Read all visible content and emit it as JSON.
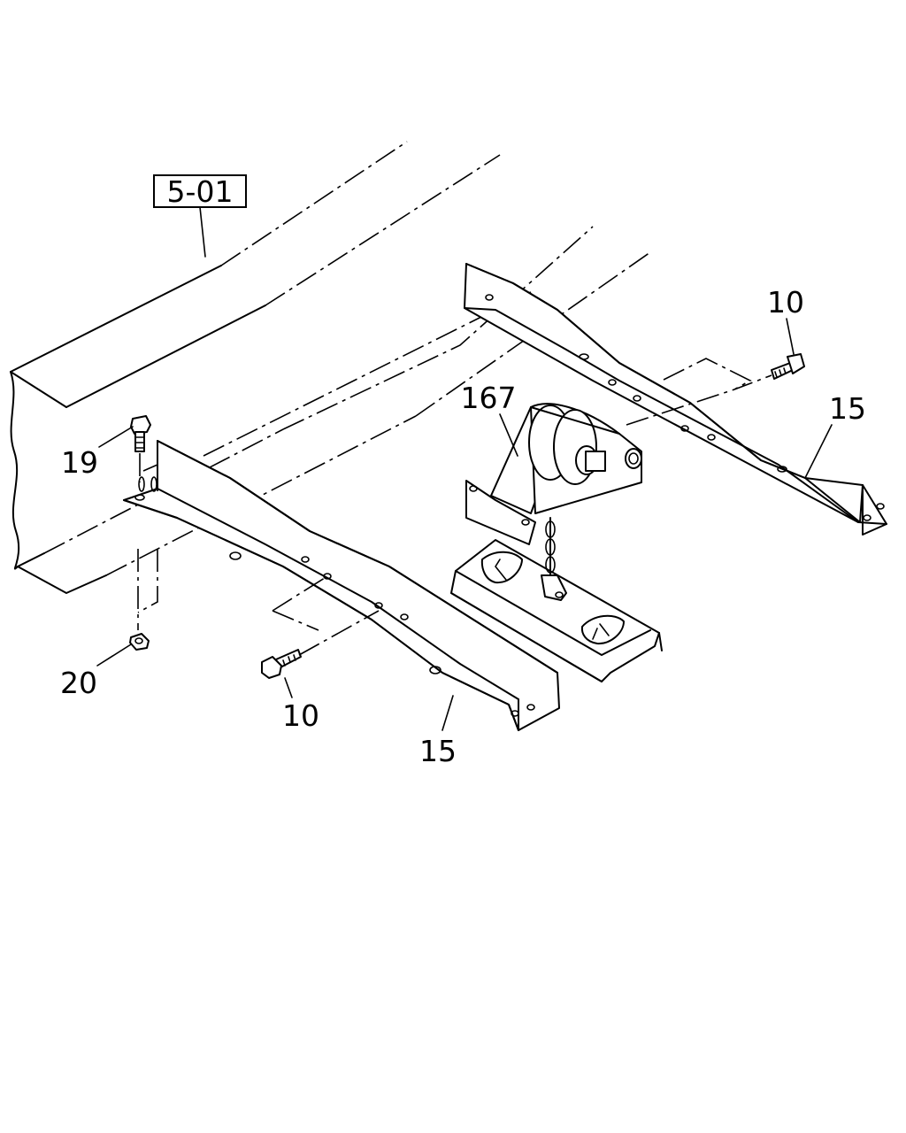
{
  "diagram": {
    "reference_box": "5-01",
    "callouts": {
      "bolt_top_right": "10",
      "bolt_bottom": "10",
      "bracket_right": "15",
      "bracket_left": "15",
      "spare_carrier": "167",
      "bolt_vertical": "19",
      "nut": "20"
    }
  }
}
